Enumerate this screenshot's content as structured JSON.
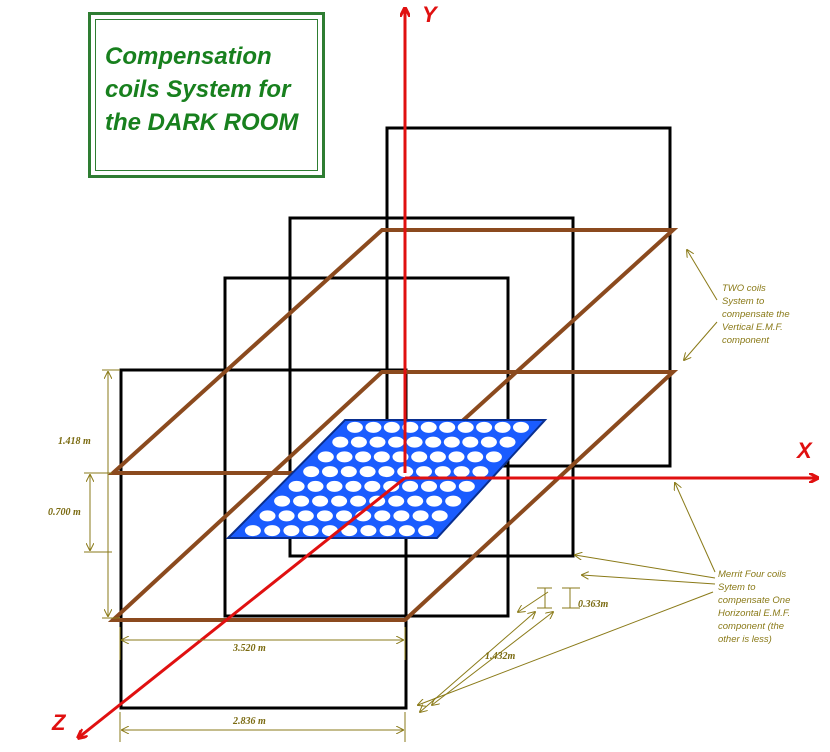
{
  "title": {
    "line1": "Compensation",
    "line2": "coils System for",
    "line3": "the DARK ROOM"
  },
  "axes": {
    "x": "X",
    "y": "Y",
    "z": "Z"
  },
  "notes": {
    "two_coils": [
      "TWO coils",
      "System to",
      "compensate the",
      "Vertical E.M.F.",
      "component"
    ],
    "merrit": [
      "Merrit Four coils",
      "Sytem to",
      "compensate One",
      "Horizontal E.M.F.",
      "component (the",
      "other is less)"
    ]
  },
  "dimensions": {
    "height_1418": "1.418 m",
    "height_0700": "0.700 m",
    "width_3520": "3.520 m",
    "width_2836": "2.836 m",
    "gap_0363": "0.363m",
    "diag_1432": "1.432m"
  },
  "colors": {
    "axis": "#e01010",
    "coil_frame": "#000000",
    "horizontal_coil": "#8b4a1e",
    "title_green": "#18801e",
    "annotation": "#8a7a18",
    "plate": "#1a5cff"
  }
}
